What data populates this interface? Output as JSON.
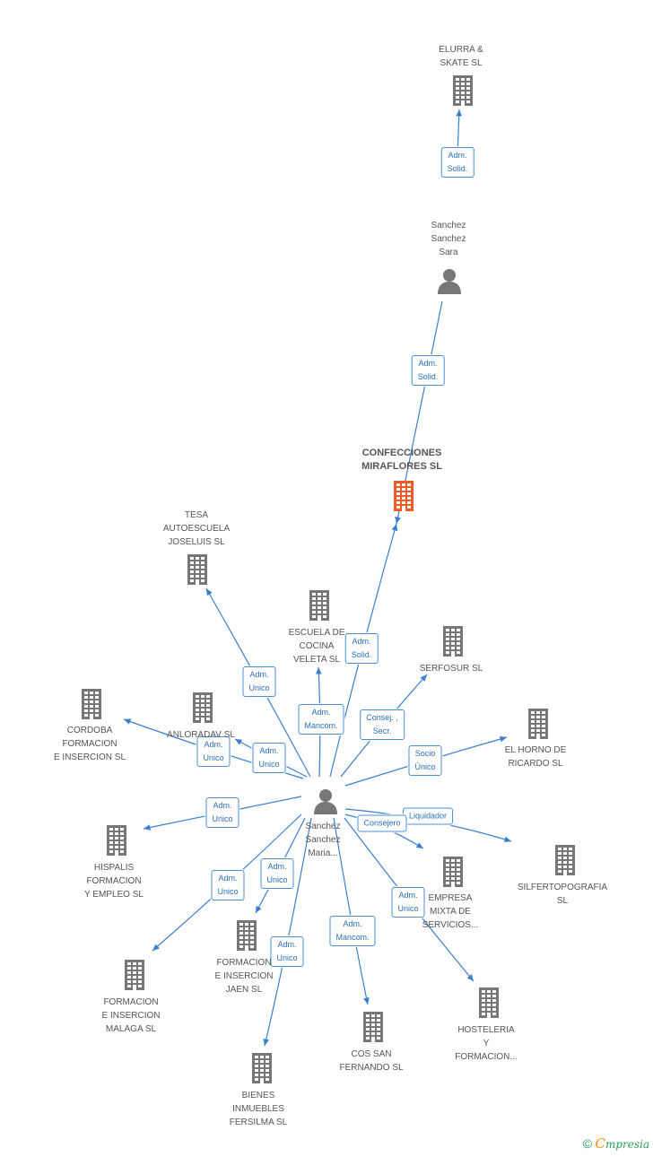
{
  "colors": {
    "edge": "#3a7fd0",
    "building": "#777777",
    "focus_building": "#f05a28",
    "person": "#777777"
  },
  "nodes": {
    "elurra": {
      "label": "ELURRA &\nSKATE  SL",
      "icon": "building-icon"
    },
    "sara": {
      "label": "Sanchez\nSanchez\nSara",
      "icon": "person-icon"
    },
    "confecciones": {
      "label": "CONFECCIONES\nMIRAFLORES SL",
      "icon": "building-icon",
      "focus": true
    },
    "tesa": {
      "label": "TESA\nAUTOESCUELA\nJOSELUIS SL",
      "icon": "building-icon"
    },
    "escuela": {
      "label": "ESCUELA DE\nCOCINA\nVELETA SL",
      "icon": "building-icon"
    },
    "serfosur": {
      "label": "SERFOSUR SL",
      "icon": "building-icon"
    },
    "cordoba": {
      "label": "CORDOBA\nFORMACION\nE INSERCION SL",
      "icon": "building-icon"
    },
    "anloradav": {
      "label": "ANLORADAV SL",
      "icon": "building-icon"
    },
    "elhorno": {
      "label": "EL HORNO DE\nRICARDO SL",
      "icon": "building-icon"
    },
    "maria": {
      "label": "Sanchez\nSanchez\nMaria...",
      "icon": "person-icon"
    },
    "hispalis": {
      "label": "HISPALIS\nFORMACION\nY EMPLEO SL",
      "icon": "building-icon"
    },
    "silferto": {
      "label": "SILFERTOPOGRAFIA SL",
      "icon": "building-icon"
    },
    "empresa": {
      "label": "EMPRESA\nMIXTA DE\nSERVICIOS...",
      "icon": "building-icon"
    },
    "fjaen": {
      "label": "FORMACION\nE INSERCION\nJAEN SL",
      "icon": "building-icon"
    },
    "fmalaga": {
      "label": "FORMACION\nE INSERCION\nMALAGA SL",
      "icon": "building-icon"
    },
    "cossan": {
      "label": "COS SAN\nFERNANDO SL",
      "icon": "building-icon"
    },
    "hosteleria": {
      "label": "HOSTELERIA\nY\nFORMACION...",
      "icon": "building-icon"
    },
    "bienes": {
      "label": "BIENES\nINMUEBLES\nFERSILMA SL",
      "icon": "building-icon"
    }
  },
  "relations": [
    {
      "from": "sara",
      "to": "elurra",
      "label": "Adm.\nSolid."
    },
    {
      "from": "sara",
      "to": "confecciones",
      "label": "Adm.\nSolid."
    },
    {
      "from": "maria",
      "to": "confecciones",
      "label": "Adm.\nSolid."
    },
    {
      "from": "maria",
      "to": "tesa",
      "label": "Adm.\nUnico"
    },
    {
      "from": "maria",
      "to": "escuela",
      "label": "Adm.\nMancom."
    },
    {
      "from": "maria",
      "to": "serfosur",
      "label": "Consej. ,\nSecr."
    },
    {
      "from": "maria",
      "to": "cordoba",
      "label": "Adm.\nUnico"
    },
    {
      "from": "maria",
      "to": "anloradav",
      "label": "Adm.\nUnico"
    },
    {
      "from": "maria",
      "to": "elhorno",
      "label": "Socio\nÚnico"
    },
    {
      "from": "maria",
      "to": "hispalis",
      "label": "Adm.\nUnico"
    },
    {
      "from": "maria",
      "to": "silferto",
      "label": "Liquidador"
    },
    {
      "from": "maria",
      "to": "empresa",
      "label": "Consejero"
    },
    {
      "from": "maria",
      "to": "fjaen",
      "label": "Adm.\nUnico"
    },
    {
      "from": "maria",
      "to": "fmalaga",
      "label": "Adm.\nUnico"
    },
    {
      "from": "maria",
      "to": "cossan",
      "label": "Adm.\nMancom."
    },
    {
      "from": "maria",
      "to": "hosteleria",
      "label": "Adm.\nUnico"
    },
    {
      "from": "maria",
      "to": "bienes",
      "label": "Adm.\nUnico"
    }
  ],
  "footer": {
    "copyright": "©",
    "brand_initial": "C",
    "brand_rest": "mpresia"
  }
}
